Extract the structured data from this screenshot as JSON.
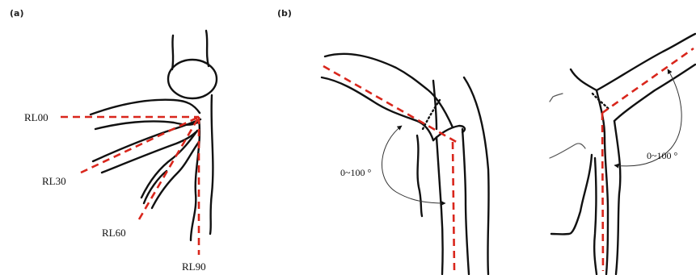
{
  "panels": {
    "a": {
      "label": "(a)",
      "axis_labels": [
        "RL00",
        "RL30",
        "RL60",
        "RL90"
      ]
    },
    "b": {
      "label": "(b)",
      "angle_label_left": "0~100 °",
      "angle_label_right": "0~100 °"
    }
  },
  "colors": {
    "vessel_outline": "#111111",
    "axis_dash": "#d9261c",
    "background": "#ffffff"
  }
}
